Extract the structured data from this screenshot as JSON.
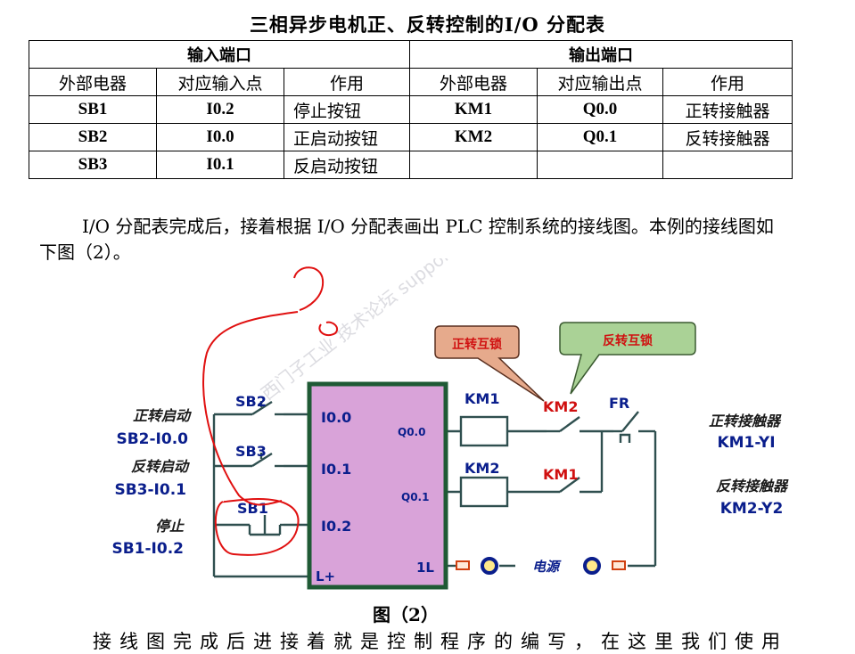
{
  "doc": {
    "title": "三相异步电机正、反转控制的I/O 分配表",
    "table": {
      "input_header": "输入端口",
      "output_header": "输出端口",
      "columns": [
        "外部电器",
        "对应输入点",
        "作用",
        "外部电器",
        "对应输出点",
        "作用"
      ],
      "rows": [
        [
          "SB1",
          "I0.2",
          "停止按钮",
          "KM1",
          "Q0.0",
          "正转接触器"
        ],
        [
          "SB2",
          "I0.0",
          "正启动按钮",
          "KM2",
          "Q0.1",
          "反转接触器"
        ],
        [
          "SB3",
          "I0.1",
          "反启动按钮",
          "",
          "",
          ""
        ]
      ]
    },
    "paragraph": "I/O  分配表完成后，接着根据 I/O 分配表画出 PLC 控制系统的接线图。本例的接线图如下图（2）。",
    "bottom_text": "接线图完成后进接着就是控制程序的编写，在这里我们使用"
  },
  "diagram": {
    "caption": "图（2）",
    "inputs": [
      {
        "button": "SB2",
        "terminal": "I0.0",
        "label": "正转启动",
        "mapping": "SB2-I0.0"
      },
      {
        "button": "SB3",
        "terminal": "I0.1",
        "label": "反转启动",
        "mapping": "SB3-I0.1"
      },
      {
        "button": "SB1",
        "terminal": "I0.2",
        "label": "停止",
        "mapping": "SB1-I0.2"
      }
    ],
    "common_in": "L+",
    "outputs": [
      {
        "terminal": "Q0.0",
        "coil": "KM1",
        "interlock": "KM2",
        "label": "正转接触器",
        "mapping": "KM1-YI"
      },
      {
        "terminal": "Q0.1",
        "coil": "KM2",
        "interlock": "KM1",
        "label": "反转接触器",
        "mapping": "KM2-Y2"
      }
    ],
    "common_out": "1L",
    "overload": "FR",
    "power_label": "电源",
    "callouts": [
      "正转互锁",
      "反转互锁"
    ],
    "watermark": "西门子工业 技术论坛 support.industry.siemens.com/cs",
    "colors": {
      "plc_fill": "#d9a3d9",
      "wire": "#2f4f4f",
      "blue_text": "#0a1e8c",
      "callout_fill": "#e6aa8c",
      "callout_fill2": "#aad296",
      "annotation_red": "#e01010"
    }
  }
}
